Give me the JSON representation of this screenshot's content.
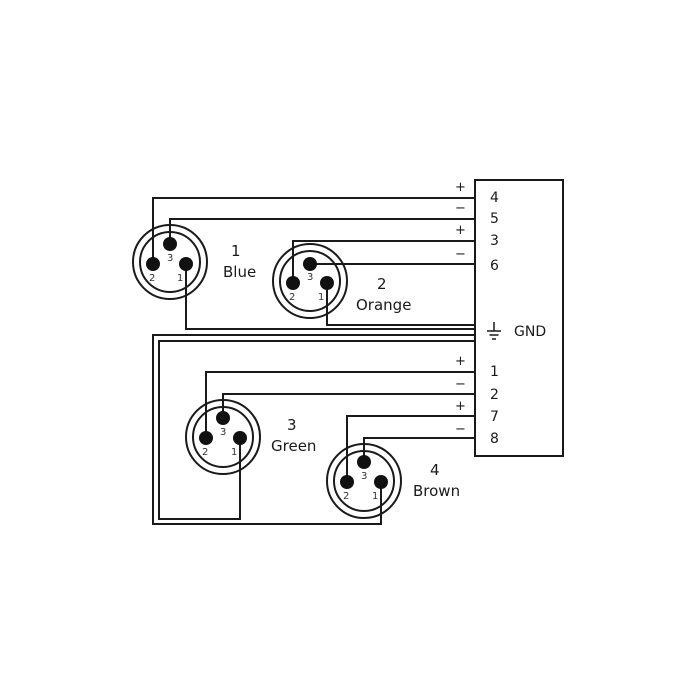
{
  "diagram": {
    "type": "wiring",
    "connectors": [
      {
        "number": "1",
        "color_name": "Blue",
        "pins": {
          "p1": "1",
          "p2": "2",
          "p3": "3"
        },
        "p2_to": {
          "terminal": "4",
          "sign": "+"
        },
        "p3_to": {
          "terminal": "5",
          "sign": "−"
        },
        "p1_to": "GND"
      },
      {
        "number": "2",
        "color_name": "Orange",
        "pins": {
          "p1": "1",
          "p2": "2",
          "p3": "3"
        },
        "p2_to": {
          "terminal": "3",
          "sign": "+"
        },
        "p3_to": {
          "terminal": "6",
          "sign": "−"
        },
        "p1_to": "GND"
      },
      {
        "number": "3",
        "color_name": "Green",
        "pins": {
          "p1": "1",
          "p2": "2",
          "p3": "3"
        },
        "p2_to": {
          "terminal": "1",
          "sign": "+"
        },
        "p3_to": {
          "terminal": "2",
          "sign": "−"
        },
        "p1_to": "GND"
      },
      {
        "number": "4",
        "color_name": "Brown",
        "pins": {
          "p1": "1",
          "p2": "2",
          "p3": "3"
        },
        "p2_to": {
          "terminal": "7",
          "sign": "+"
        },
        "p3_to": {
          "terminal": "8",
          "sign": "−"
        },
        "p1_to": "GND"
      }
    ],
    "terminal_block": {
      "terminals": [
        "4",
        "5",
        "3",
        "6",
        "GND",
        "1",
        "2",
        "7",
        "8"
      ],
      "signs": [
        "+",
        "−",
        "+",
        "−",
        "",
        "+",
        "−",
        "+",
        "−"
      ],
      "gnd_label": "GND",
      "gnd_icon": "ground-symbol-icon"
    },
    "colors": {
      "line": "#1a1a1a",
      "background": "#ffffff"
    }
  }
}
